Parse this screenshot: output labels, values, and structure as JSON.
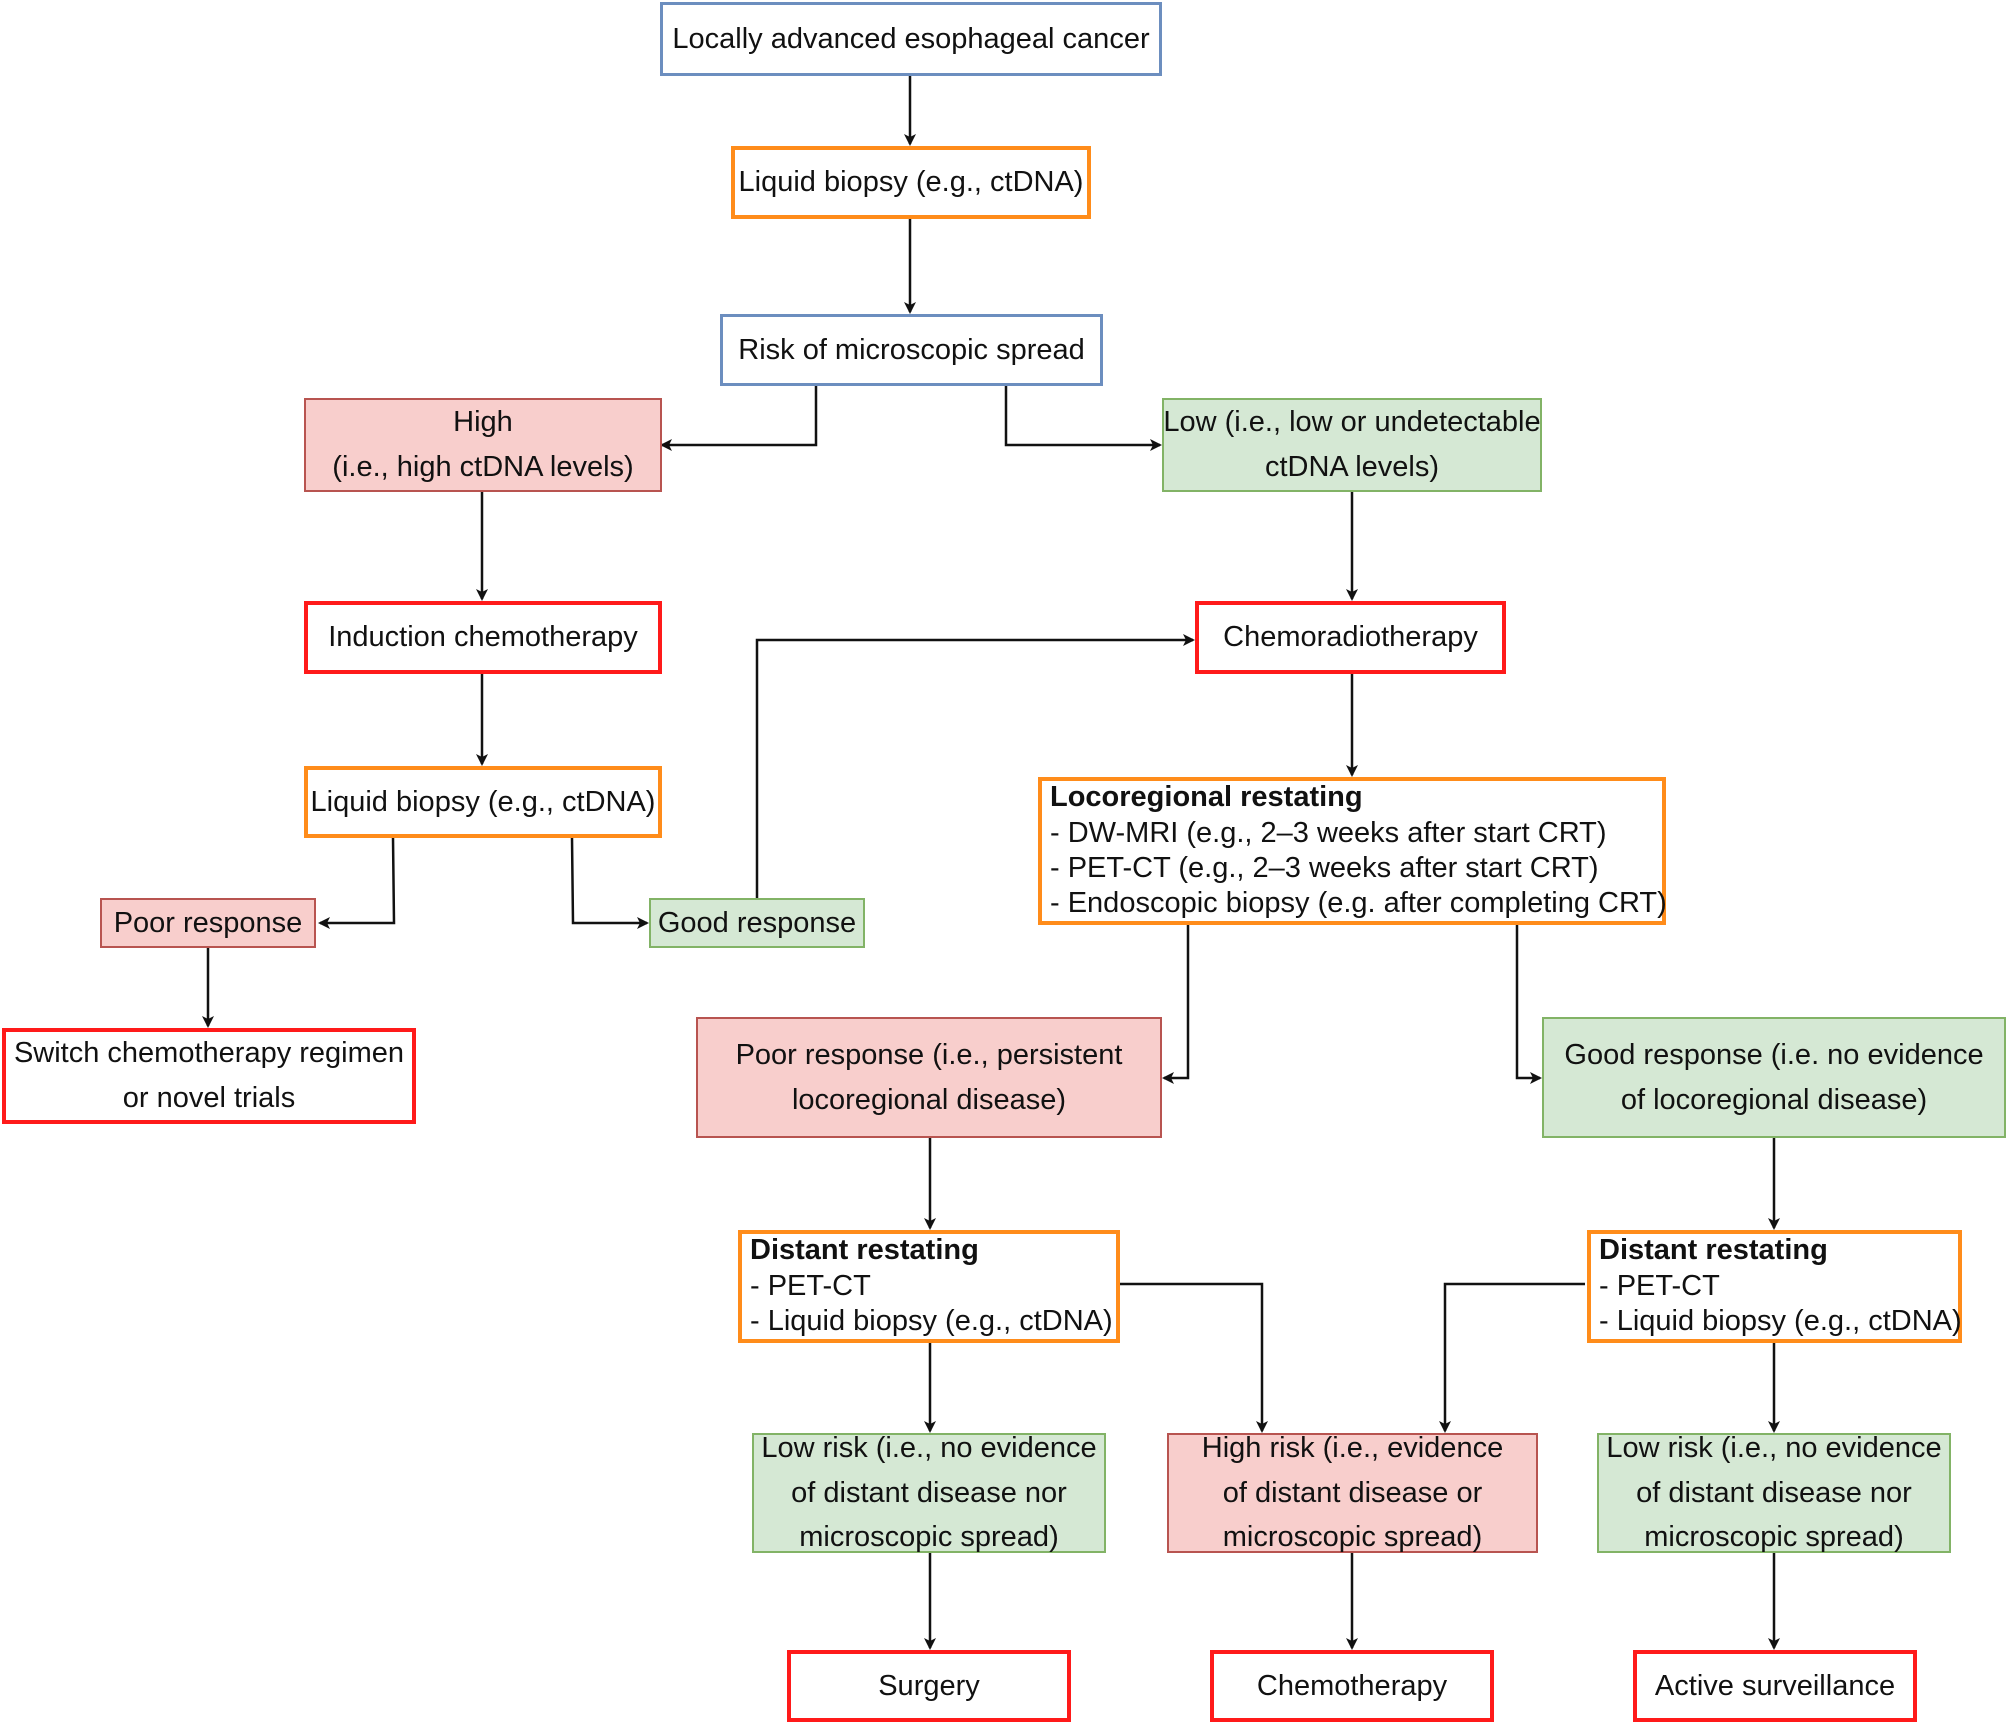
{
  "colors": {
    "blue_border": "#6c8ebf",
    "orange_border": "#ff8c1a",
    "red_border": "#ff1a1a",
    "pink_fill": "#f8cecc",
    "pink_border": "#b85450",
    "green_fill": "#d5e8d4",
    "green_border": "#82b366",
    "arrow": "#111111"
  },
  "nodes": {
    "start": {
      "lines": [
        "Locally advanced esophageal cancer"
      ]
    },
    "biopsy1": {
      "lines": [
        "Liquid biopsy (e.g., ctDNA)"
      ]
    },
    "risk": {
      "lines": [
        "Risk of microscopic spread"
      ]
    },
    "high": {
      "lines": [
        "High",
        "(i.e., high ctDNA levels)"
      ]
    },
    "low": {
      "lines": [
        "Low (i.e., low or undetectable",
        "ctDNA levels)"
      ]
    },
    "induction": {
      "lines": [
        "Induction chemotherapy"
      ]
    },
    "crt": {
      "lines": [
        "Chemoradiotherapy"
      ]
    },
    "biopsy2": {
      "lines": [
        "Liquid biopsy (e.g., ctDNA)"
      ]
    },
    "poor1": {
      "lines": [
        "Poor response"
      ]
    },
    "good1": {
      "lines": [
        "Good response"
      ]
    },
    "switch": {
      "lines": [
        "Switch chemotherapy regimen",
        "or novel trials"
      ]
    },
    "locoregional": {
      "title": "Locoregional restating",
      "lines": [
        "- DW-MRI (e.g., 2–3 weeks after start CRT)",
        "- PET-CT (e.g., 2–3 weeks after start CRT)",
        "- Endoscopic biopsy (e.g. after completing CRT)"
      ]
    },
    "poor2": {
      "lines": [
        "Poor response (i.e., persistent",
        "locoregional disease)"
      ]
    },
    "good2": {
      "lines": [
        "Good response (i.e. no evidence",
        "of locoregional disease)"
      ]
    },
    "distant1": {
      "title": "Distant restating",
      "lines": [
        "- PET-CT",
        "- Liquid biopsy (e.g., ctDNA)"
      ]
    },
    "distant2": {
      "title": "Distant restating",
      "lines": [
        "- PET-CT",
        "- Liquid biopsy (e.g., ctDNA)"
      ]
    },
    "lowrisk1": {
      "lines": [
        "Low risk (i.e., no evidence",
        "of distant disease nor",
        "microscopic spread)"
      ]
    },
    "highrisk": {
      "lines": [
        "High risk (i.e., evidence",
        "of distant disease or",
        "microscopic spread)"
      ]
    },
    "lowrisk2": {
      "lines": [
        "Low risk (i.e., no evidence",
        "of distant disease nor",
        "microscopic spread)"
      ]
    },
    "surgery": {
      "lines": [
        "Surgery"
      ]
    },
    "chemo": {
      "lines": [
        "Chemotherapy"
      ]
    },
    "surveillance": {
      "lines": [
        "Active surveillance"
      ]
    }
  }
}
